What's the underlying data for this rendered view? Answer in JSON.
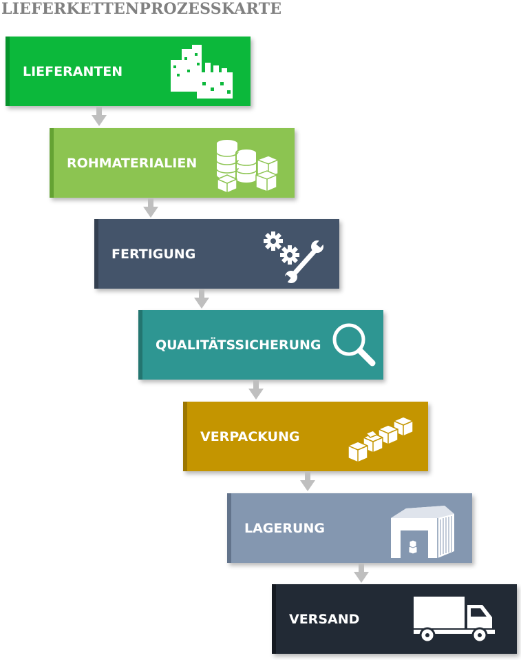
{
  "title": "LIEFERKETTENPROZESSKARTE",
  "steps": [
    {
      "label": "LIEFERANTEN",
      "color": "#0cb83b",
      "stripe": "#06932c",
      "icon": "factory-icon"
    },
    {
      "label": "ROHMATERIALIEN",
      "color": "#8cc451",
      "stripe": "#64a233",
      "icon": "raw-materials-icon"
    },
    {
      "label": "FERTIGUNG",
      "color": "#44546a",
      "stripe": "#333f50",
      "icon": "gears-wrench-icon"
    },
    {
      "label": "QUALITÄTSSICHERUNG",
      "color": "#2e9692",
      "stripe": "#237570",
      "icon": "magnifier-icon"
    },
    {
      "label": "VERPACKUNG",
      "color": "#c49500",
      "stripe": "#9c7600",
      "icon": "boxes-icon"
    },
    {
      "label": "LAGERUNG",
      "color": "#8497b0",
      "stripe": "#62738b",
      "icon": "warehouse-icon"
    },
    {
      "label": "VERSAND",
      "color": "#222a35",
      "stripe": "#141920",
      "icon": "truck-icon"
    }
  ],
  "arrow_color": "#bfbfbf"
}
